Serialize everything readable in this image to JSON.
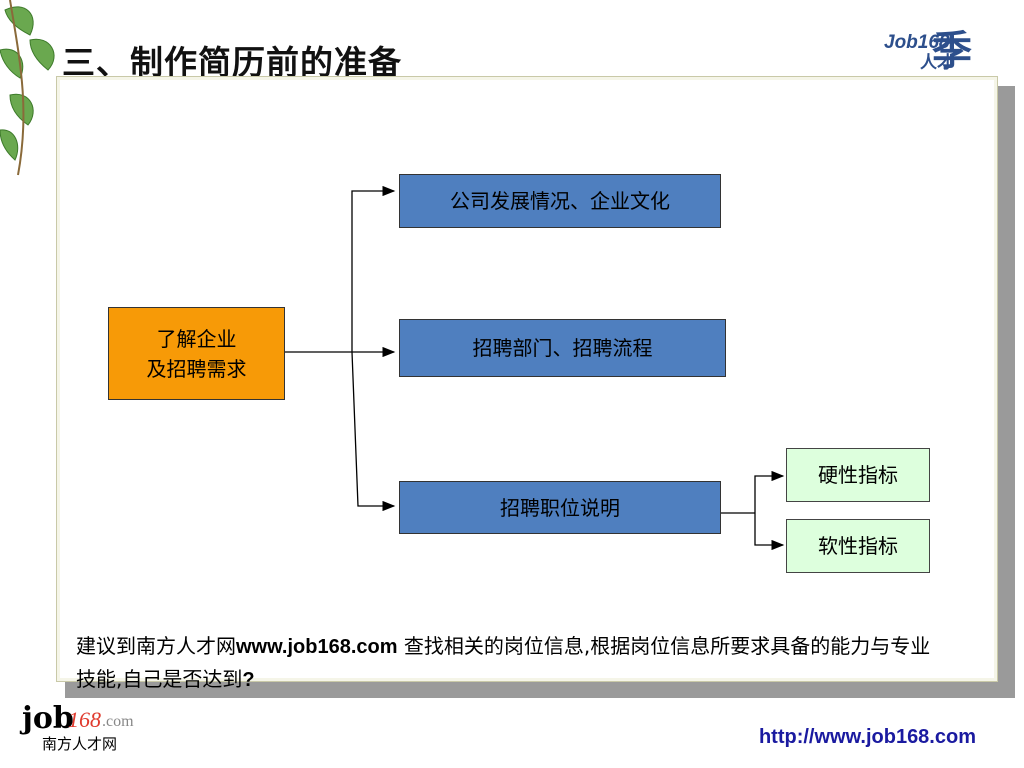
{
  "slide": {
    "title": "三、制作简历前的准备"
  },
  "brand": {
    "job_text": "Job168",
    "season_text": "季",
    "ren_text": "人才"
  },
  "diagram": {
    "root": {
      "line1": "了解企业",
      "line2": "及招聘需求"
    },
    "branches": [
      {
        "label": "公司发展情况、企业文化"
      },
      {
        "label": "招聘部门、招聘流程"
      },
      {
        "label": "招聘职位说明"
      }
    ],
    "sub_branches": [
      {
        "label": "硬性指标"
      },
      {
        "label": "软性指标"
      }
    ]
  },
  "note": {
    "prefix": "建议到南方人才网",
    "site": "www.job168.com",
    "middle": " 查找相关的岗位信息,根据岗位信息所要求具备的能力与专业技能,自己是否达到",
    "suffix": "?"
  },
  "footer": {
    "logo_j": "job",
    "logo_num": "168",
    "logo_com": ".com",
    "logo_cn": "南方人才网",
    "url": "http://www.job168.com"
  },
  "colors": {
    "branch_box": "#4f7fbf",
    "root_box": "#f79a07",
    "sub_box": "#ddffdd",
    "url": "#1a1aa0"
  }
}
